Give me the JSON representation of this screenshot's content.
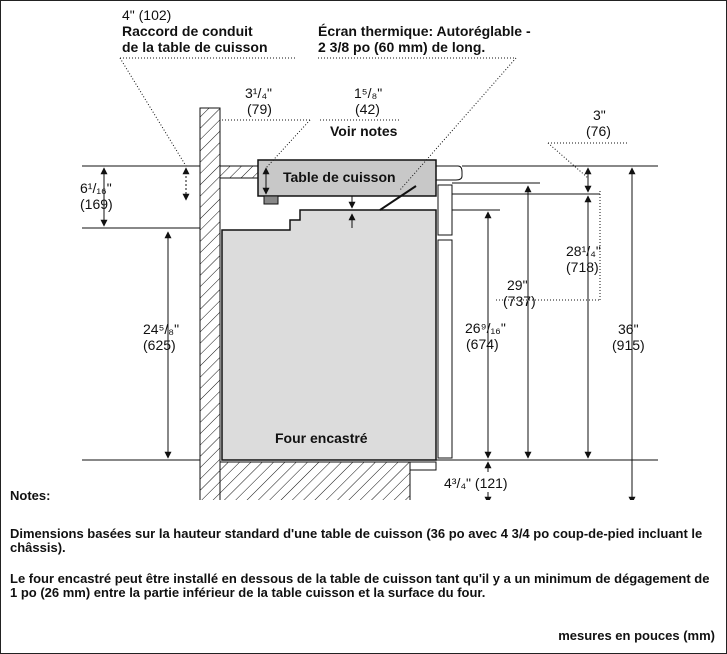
{
  "labels": {
    "raccord_line1": "4\" (102)",
    "raccord_line2": "Raccord de conduit",
    "raccord_line3": "de la table de cuisson",
    "ecran_line1": "Écran thermique: Autoréglable -",
    "ecran_line2": "2 3/8 po (60 mm) de long.",
    "dim_3_14_in": "3¹/₄\"",
    "dim_3_14_mm": "(79)",
    "dim_1_58_in": "1⁵/₈\"",
    "dim_1_58_mm": "(42)",
    "voir_notes": "Voir notes",
    "dim_3_in": "3\"",
    "dim_3_mm": "(76)",
    "table_cuisson": "Table de cuisson",
    "dim_6_116_in": "6¹/₁₆\"",
    "dim_6_116_mm": "(169)",
    "dim_28_14_in": "28¹/₄\"",
    "dim_28_14_mm": "(718)",
    "dim_29_in": "29\"",
    "dim_29_mm": "(737)",
    "dim_24_58_in": "24⁵/₈\"",
    "dim_24_58_mm": "(625)",
    "dim_26_916_in": "26⁹/₁₆\"",
    "dim_26_916_mm": "(674)",
    "dim_36_in": "36\"",
    "dim_36_mm": "(915)",
    "four_encastre": "Four encastré",
    "dim_4_34": "4³/₄\" (121)"
  },
  "notes": {
    "title": "Notes:",
    "note1": "Dimensions basées sur la hauteur standard d'une table de cuisson (36 po avec 4 3/4 po coup-de-pied incluant le châssis).",
    "note2": "Le four encastré peut être installé en dessous de la table de cuisson tant qu'il y a un minimum de dégagement de 1 po (26 mm) entre la partie inférieur de la table cuisson et la surface du four.",
    "units": "mesures en pouces (mm)"
  },
  "colors": {
    "oven_fill": "#dcdcdc",
    "cooktop_fill": "#c8c8c8",
    "line": "#111111"
  }
}
